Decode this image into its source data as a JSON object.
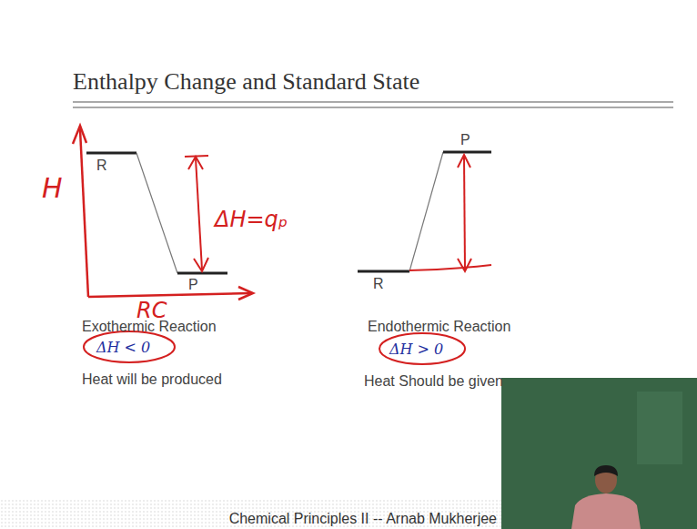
{
  "diagram": {
    "title": "Enthalpy Change and Standard State",
    "labels": [
      "R",
      "H",
      "ΔH=qₚ",
      "P",
      "RC",
      "Exothermic Reaction",
      "ΔH < 0",
      "Heat will be produced",
      "P",
      "R",
      "Endothermic Reaction",
      "ΔH > 0",
      "Heat Should be given",
      "Chemical Principles II -- Arnab Mukherjee"
    ]
  }
}
